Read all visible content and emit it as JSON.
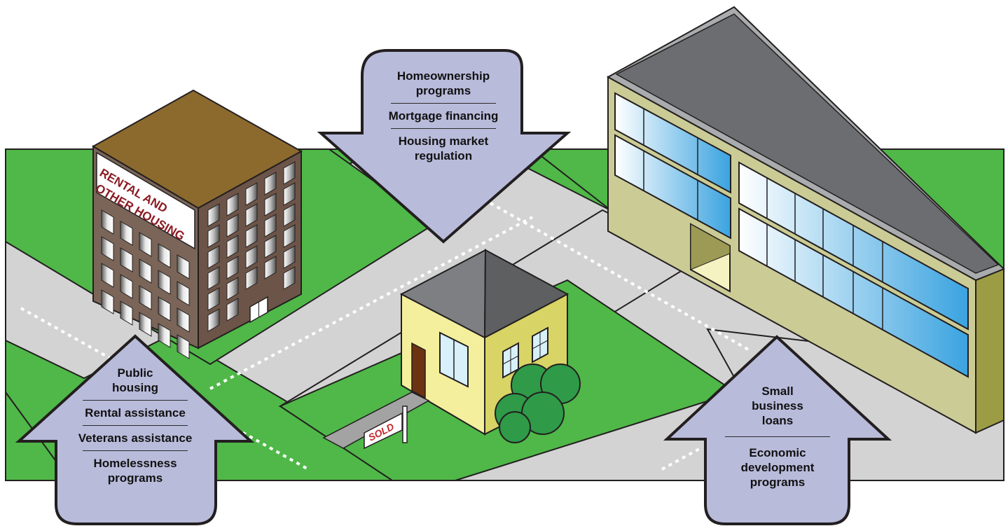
{
  "colors": {
    "grass": "#4fb848",
    "road": "#d3d3d3",
    "outline": "#231f20",
    "callout_fill": "#b9bbdb",
    "apartment_wall": "#7a6558",
    "apartment_roof": "#8c6a2e",
    "sign_text": "#8b1a22",
    "office_wall": "#cbcb95",
    "office_roof": "#6b6d70",
    "window_blue": "#3aa3e0",
    "house_wall": "#f4ef9c",
    "house_roof": "#5d5f61",
    "door": "#6b3312",
    "bush": "#2f9a48"
  },
  "icons": {
    "apartment_building": "apartment-building-icon",
    "office_building": "office-building-icon",
    "house": "house-icon",
    "sold_sign": "sold-sign-icon",
    "bush": "bush-icon"
  },
  "apartment_sign": {
    "line1": "RENTAL AND",
    "line2": "OTHER HOUSING"
  },
  "sold_sign": {
    "text": "SOLD"
  },
  "callouts": {
    "top": {
      "direction": "down",
      "items": [
        "Homeownership programs",
        "Mortgage financing",
        "Housing market regulation"
      ]
    },
    "left": {
      "direction": "up",
      "items": [
        "Public housing",
        "Rental assistance",
        "Veterans assistance",
        "Homelessness programs"
      ]
    },
    "right": {
      "direction": "up",
      "items": [
        "Small business loans",
        "Economic development programs"
      ]
    }
  }
}
